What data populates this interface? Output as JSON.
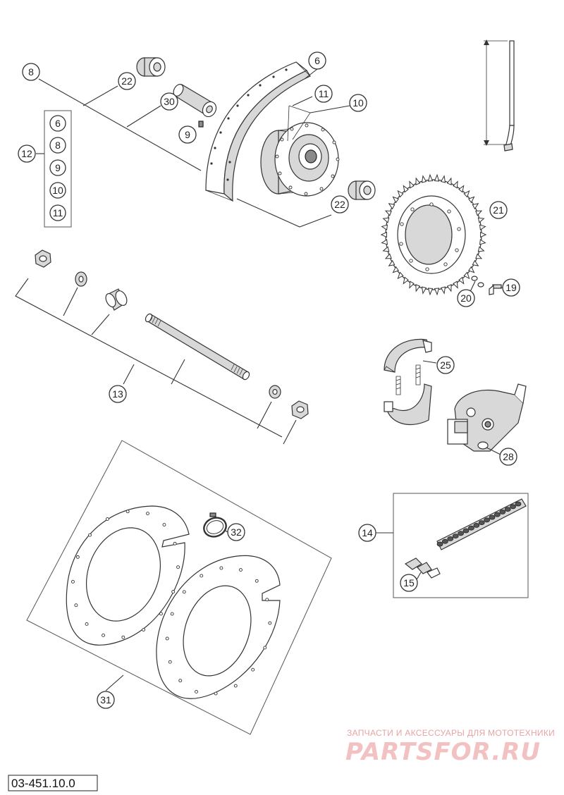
{
  "diagram": {
    "drawing_number": "03-451.10.0",
    "callouts": [
      "6",
      "8",
      "9",
      "10",
      "11",
      "12",
      "13",
      "14",
      "15",
      "19",
      "20",
      "21",
      "22",
      "22",
      "25",
      "28",
      "30",
      "31",
      "32"
    ],
    "kit_12_items": [
      "6",
      "8",
      "9",
      "10",
      "11"
    ]
  },
  "watermark": {
    "tagline": "ЗАПЧАСТИ И АКСЕССУАРЫ ДЛЯ МОТОТЕХНИКИ",
    "logo": "PARTSFOR.RU"
  },
  "colors": {
    "line": "#333333",
    "watermark": "#e6a4a4"
  }
}
